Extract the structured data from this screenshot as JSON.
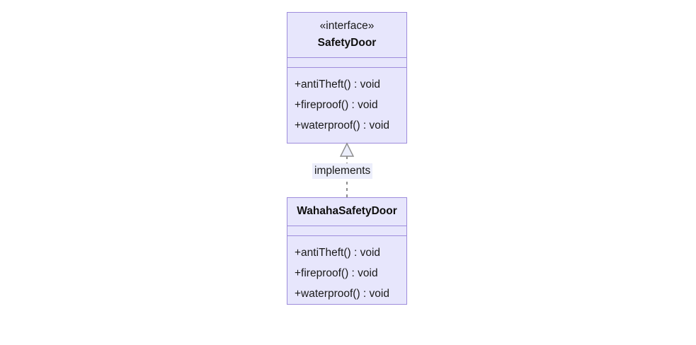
{
  "diagram": {
    "type": "uml-class-diagram",
    "background_color": "#ffffff",
    "node_fill_color": "#e7e6fc",
    "node_border_color": "#9e8cdc",
    "edge_color": "#888888",
    "classes": [
      {
        "id": "safety-door",
        "stereotype": "«interface»",
        "name": "SafetyDoor",
        "attributes": [],
        "methods": [
          "+antiTheft() : void",
          "+fireproof() : void",
          "+waterproof() : void"
        ]
      },
      {
        "id": "wahaha-safety-door",
        "stereotype": "",
        "name": "WahahaSafetyDoor",
        "attributes": [],
        "methods": [
          "+antiTheft() : void",
          "+fireproof() : void",
          "+waterproof() : void"
        ]
      }
    ],
    "relationships": [
      {
        "id": "implements-edge",
        "label": "implements",
        "from": "wahaha-safety-door",
        "to": "safety-door",
        "style": "dashed",
        "arrow": "hollow-triangle"
      }
    ]
  }
}
